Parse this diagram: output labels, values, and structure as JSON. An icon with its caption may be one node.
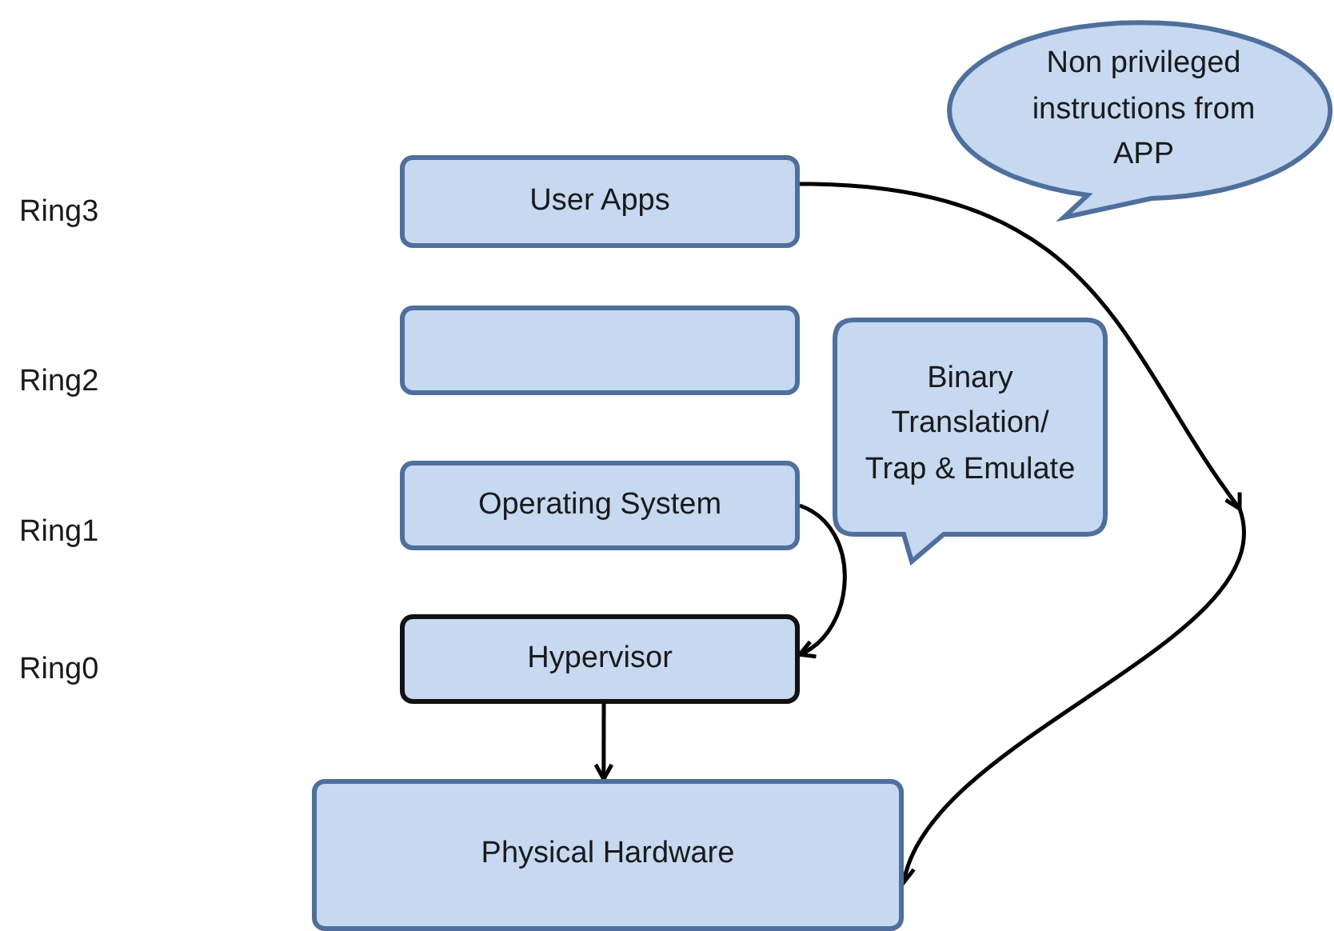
{
  "diagram": {
    "nodes": [
      {
        "text": [
          "User Apps"
        ]
      },
      {
        "text": [],
        "shape": "box"
      },
      {
        "text": [
          "Operating System"
        ]
      },
      {
        "text": [
          "Hypervisor"
        ]
      },
      {
        "text": [
          "Physical Hardware"
        ]
      },
      {
        "text": [
          "Non privileged instructions from APP"
        ]
      },
      {
        "text": [
          "Binary Translation/ Trap & Emulate"
        ]
      }
    ],
    "edges": [
      {
        "from": 0,
        "to": 4,
        "arrow": "to"
      },
      {
        "from": 2,
        "to": 3,
        "arrow": "to"
      },
      {
        "from": 3,
        "to": 4,
        "arrow": "to"
      }
    ],
    "labels": [
      "Ring3",
      "Ring2",
      "Ring1",
      "Ring0"
    ]
  }
}
